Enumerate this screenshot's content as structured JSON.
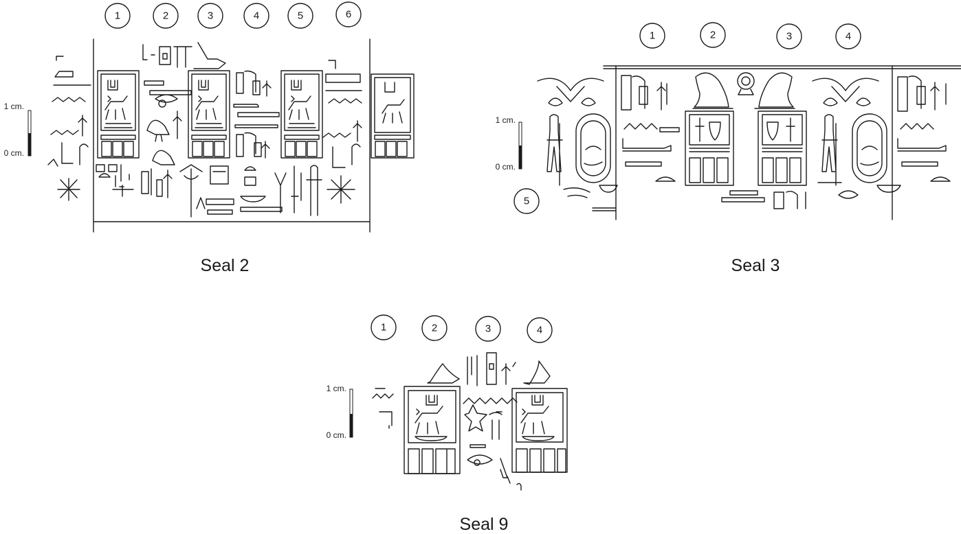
{
  "seals": [
    {
      "id": "seal-2",
      "title": "Seal 2",
      "column_numbers": [
        "1",
        "2",
        "3",
        "4",
        "5",
        "6"
      ],
      "extra_numbers": [],
      "scale": {
        "top_label": "1 cm.",
        "bottom_label": "0 cm."
      }
    },
    {
      "id": "seal-3",
      "title": "Seal 3",
      "column_numbers": [
        "1",
        "2",
        "3",
        "4"
      ],
      "extra_numbers": [
        "5"
      ],
      "scale": {
        "top_label": "1 cm.",
        "bottom_label": "0 cm."
      }
    },
    {
      "id": "seal-9",
      "title": "Seal 9",
      "column_numbers": [
        "1",
        "2",
        "3",
        "4"
      ],
      "extra_numbers": [],
      "scale": {
        "top_label": "1 cm.",
        "bottom_label": "0 cm."
      }
    }
  ],
  "palette": {
    "ink": "#1a1a1a",
    "background": "#ffffff"
  }
}
